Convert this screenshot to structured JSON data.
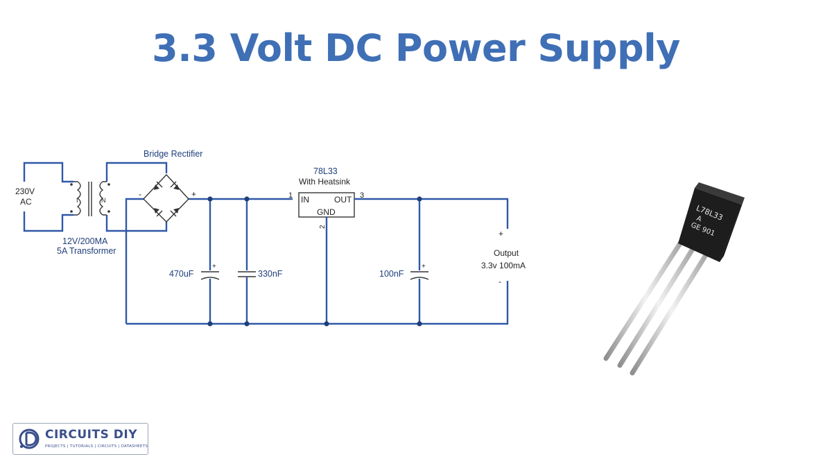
{
  "title": "3.3 Volt DC Power Supply",
  "schematic": {
    "source_voltage": "230V",
    "source_type": "AC",
    "transformer_primary": "I",
    "transformer_secondary": "N",
    "transformer_rating": "12V/200MA",
    "transformer_name": "5A Transformer",
    "rectifier_label": "Bridge Rectifier",
    "rectifier_minus": "-",
    "rectifier_plus": "+",
    "regulator_part": "78L33",
    "regulator_note": "With Heatsink",
    "regulator_pin_in_num": "1",
    "regulator_pin_in": "IN",
    "regulator_pin_out": "OUT",
    "regulator_pin_out_num": "3",
    "regulator_pin_gnd": "GND",
    "regulator_pin_gnd_num": "2",
    "cap1": "470uF",
    "cap2": "330nF",
    "cap3": "100nF",
    "polarity_plus": "+",
    "polarity_minus": "-",
    "output_label": "Output",
    "output_rating": "3.3v 100mA"
  },
  "component_photo": {
    "marking_line1": "L78L33",
    "marking_line2": "A",
    "marking_line3": "GE 901"
  },
  "logo": {
    "name": "CIRCUITS DIY",
    "tagline": "PROJECTS | TUTORIALS | CIRCUITS | DATASHEETS"
  },
  "colors": {
    "title": "#3f6fb5",
    "wire": "#2f58a8",
    "logo": "#3a4f8c"
  }
}
